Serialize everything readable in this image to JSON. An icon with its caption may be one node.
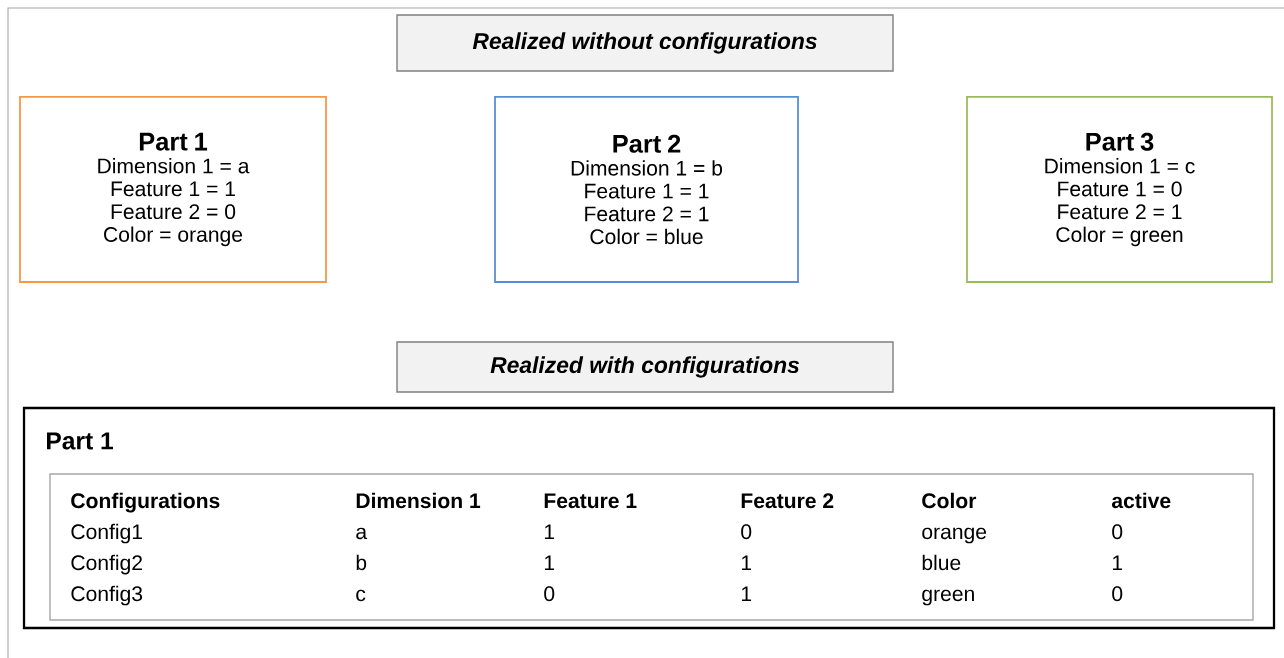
{
  "diagram": {
    "nodes": [
      {
        "text": [
          "Realized without configurations"
        ]
      },
      {
        "text": [
          "Part 1",
          "Dimension 1 = a",
          "Feature 1 = 1",
          "Feature 2 = 0",
          "Color = orange"
        ]
      },
      {
        "text": [
          "Part 2",
          "Dimension 1 = b",
          "Feature 1 = 1",
          "Feature 2 = 1",
          "Color = blue"
        ]
      },
      {
        "text": [
          "Part 3",
          "Dimension 1 = c",
          "Feature 1 = 0",
          "Feature 2 = 1",
          "Color = green"
        ]
      },
      {
        "text": [
          "Realized with configurations"
        ]
      },
      {
        "text": [
          "Part 1"
        ]
      },
      {
        "text": [
          "Configurations",
          "Dimension 1",
          "Feature 1",
          "Feature 2",
          "Color",
          "active",
          "Config1",
          "a",
          "1",
          "0",
          "orange",
          "0",
          "Config2",
          "b",
          "1",
          "1",
          "blue",
          "1",
          "Config3",
          "c",
          "0",
          "1",
          "green",
          "0"
        ],
        "in": 5
      }
    ]
  }
}
